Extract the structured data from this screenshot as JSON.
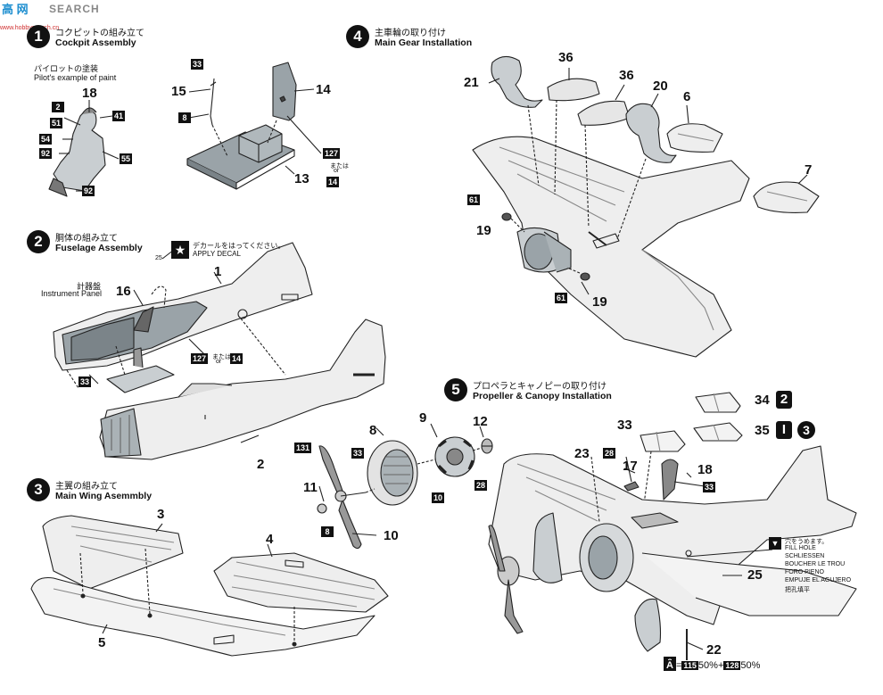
{
  "watermark": {
    "chinese": "高 网",
    "text": "SEARCH",
    "url": "www.hobbysearch.cn"
  },
  "step1": {
    "number": "1",
    "title_jp": "コクピットの組み立て",
    "title_en": "Cockpit Assembly",
    "pilot_jp": "パイロットの塗装",
    "pilot_en": "Pilot's example of paint"
  },
  "step2": {
    "number": "2",
    "title_jp": "胴体の組み立て",
    "title_en": "Fuselage Assembly",
    "decal_jp": "デカールをはってください。",
    "decal_en": "APPLY DECAL",
    "panel_jp": "計器盤",
    "panel_en": "Instrument Panel"
  },
  "step3": {
    "number": "3",
    "title_jp": "主翼の組み立て",
    "title_en": "Main Wing Asemmbly"
  },
  "step4": {
    "number": "4",
    "title_jp": "主車輪の取り付け",
    "title_en": "Main Gear Installation"
  },
  "step5": {
    "number": "5",
    "title_jp": "プロペラとキャノピーの取り付け",
    "title_en": "Propeller & Canopy Installation",
    "fill_hole": [
      "穴をうめます。",
      "FILL HOLE",
      "SCHLIESSEN",
      "BOUCHER LE TROU",
      "FORO PIENO",
      "EMPUJE EL AGUJERO",
      "把孔填平"
    ]
  },
  "or_text": {
    "jp": "または",
    "en": "or"
  },
  "parts": {
    "p18": "18",
    "p15": "15",
    "p14": "14",
    "p13": "13",
    "p1": "1",
    "p16": "16",
    "p25a": "25",
    "p2": "2",
    "p3": "3",
    "p4": "4",
    "p5": "5",
    "p21": "21",
    "p36a": "36",
    "p36b": "36",
    "p20": "20",
    "p6": "6",
    "p7": "7",
    "p19a": "19",
    "p19b": "19",
    "p8": "8",
    "p9": "9",
    "p12": "12",
    "p11": "11",
    "p10": "10",
    "p34": "34",
    "p35": "35",
    "p33": "33",
    "p23": "23",
    "p17": "17",
    "p18b": "18",
    "p25b": "25",
    "p22": "22"
  },
  "colors": {
    "c33a": "33",
    "c8a": "8",
    "c127a": "127",
    "c14a": "14",
    "c2": "2",
    "c51": "51",
    "c54": "54",
    "c92a": "92",
    "c41": "41",
    "c55": "55",
    "c92b": "92",
    "c33b": "33",
    "c127b": "127",
    "c14b": "14",
    "c61a": "61",
    "c61b": "61",
    "c131": "131",
    "c33c": "33",
    "c8b": "8",
    "c10": "10",
    "c28a": "28",
    "c28b": "28",
    "c33d": "33",
    "c8c": "8"
  },
  "canopy_marks": {
    "m2": "2",
    "m1": "I",
    "m3": "3"
  },
  "mix": {
    "label": "A",
    "eq": "=",
    "c1": "115",
    "p1": "50%",
    "plus": "+",
    "c2": "128",
    "p2": "50%"
  },
  "decal_marker": "★",
  "accent_color": "#111111",
  "steel_color": "#8f9aa0"
}
